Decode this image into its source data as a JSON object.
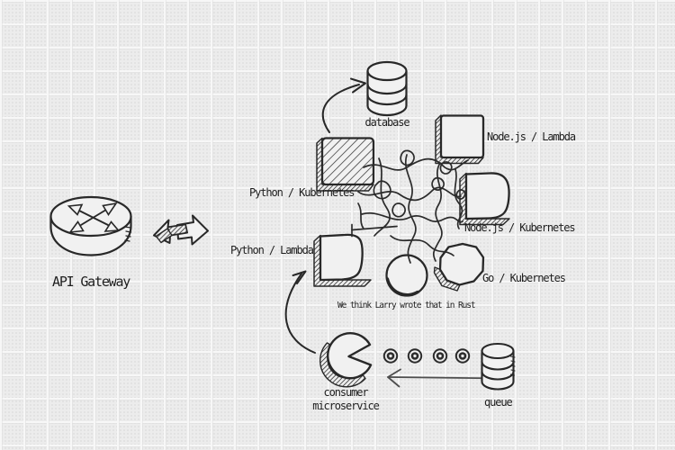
{
  "diagram": {
    "title_implicit": "hand-drawn microservices architecture sketch",
    "colors": {
      "ink": "#282828",
      "paper": "#ececec",
      "shape_fill": "#f1f1f1",
      "muted_arrow": "#4e4e4e"
    },
    "nodes": {
      "api_gateway": {
        "label": "API Gateway",
        "icon": "router-cylinder-with-crossed-arrows"
      },
      "sync": {
        "icon": "bidirectional-sync-arrow"
      },
      "database": {
        "label": "database",
        "icon": "database-cylinder"
      },
      "python_kubernetes": {
        "label": "Python / Kubernetes",
        "icon": "hatched-square"
      },
      "python_lambda": {
        "label": "Python / Lambda",
        "icon": "rounded-d-square"
      },
      "nodejs_lambda": {
        "label": "Node.js / Lambda",
        "icon": "square"
      },
      "nodejs_kubernetes": {
        "label": "Node.js / Kubernetes",
        "icon": "rounded-d-square"
      },
      "go_kubernetes": {
        "label": "Go / Kubernetes",
        "icon": "octagon"
      },
      "rust_service": {
        "label": "We think Larry wrote that in Rust",
        "icon": "circle"
      },
      "consumer_microservice": {
        "label_line1": "consumer",
        "label_line2": "microservice",
        "icon": "pacman"
      },
      "queue": {
        "label": "queue",
        "icon": "queue-cylinder-with-message-dots"
      }
    },
    "connections": [
      "python_kubernetes -> database (curved arrow)",
      "consumer_microservice -> python_lambda (curved arrow)",
      "queue -> consumer_microservice (straight arrow with 4 message dots)",
      "api_gateway <-> services (double-headed sync arrow)",
      "central tangled scribble of service-to-service links"
    ]
  }
}
